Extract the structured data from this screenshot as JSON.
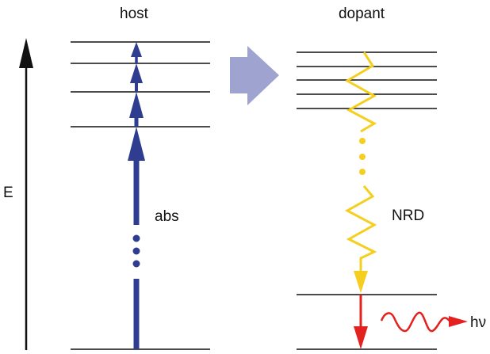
{
  "labels": {
    "host": "host",
    "dopant": "dopant",
    "energy_axis": "E",
    "absorption": "abs",
    "nonradiative_decay": "NRD",
    "emission": "hν"
  },
  "colors": {
    "absorption_arrow": "#2e3d8f",
    "transfer_arrow": "#9ea4cf",
    "nrd_path": "#f5cf1f",
    "emission": "#e3211f",
    "levels": "#111111",
    "axis": "#111111"
  }
}
